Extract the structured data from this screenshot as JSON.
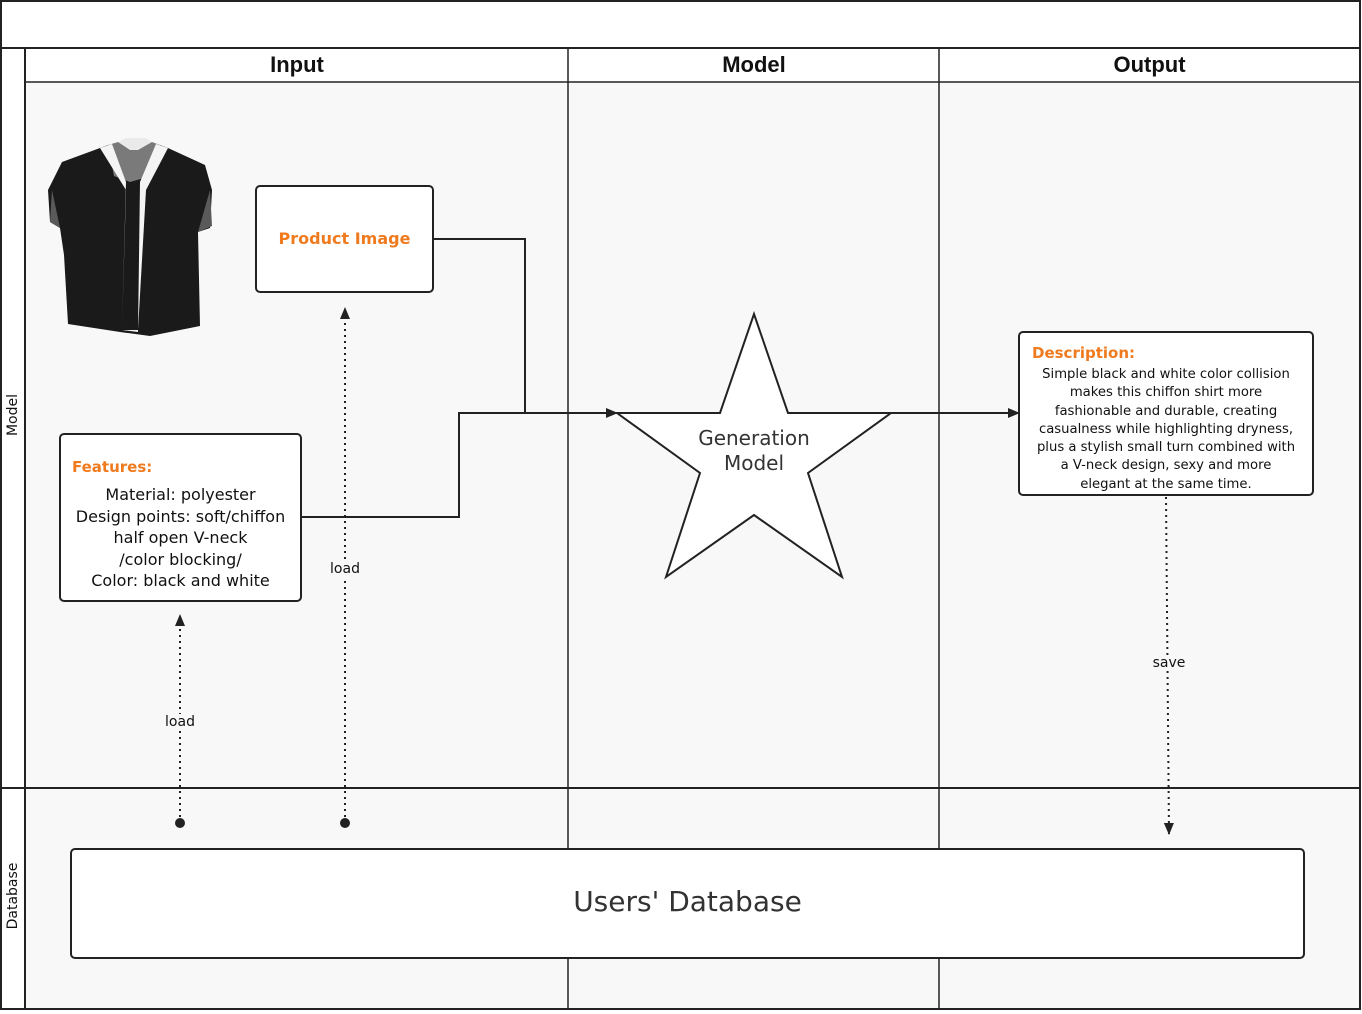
{
  "title": "",
  "columns": [
    "Input",
    "Model",
    "Output"
  ],
  "rows": [
    "Model",
    "Database"
  ],
  "product_image_box": {
    "label": "Product Image"
  },
  "features_box": {
    "heading": "Features:",
    "lines": [
      "Material: polyester",
      "Design points: soft/chiffon",
      "half open V-neck",
      "/color blocking/",
      "Color: black and white"
    ]
  },
  "generation_model": {
    "line1": "Generation",
    "line2": "Model"
  },
  "description_box": {
    "heading": "Description:",
    "lines": [
      "Simple black and white color collision",
      "makes this chiffon shirt more",
      "fashionable and durable, creating",
      "casualness while highlighting dryness,",
      "plus a stylish small turn combined with",
      "a V-neck design, sexy and more",
      "elegant at the same time."
    ]
  },
  "edge_labels": {
    "load_features": "load",
    "load_image": "load",
    "save": "save"
  },
  "database": {
    "label": "Users' Database"
  },
  "colors": {
    "accent": "#f07a1e",
    "lane_bg": "#f8f8f8",
    "line": "#222222"
  }
}
